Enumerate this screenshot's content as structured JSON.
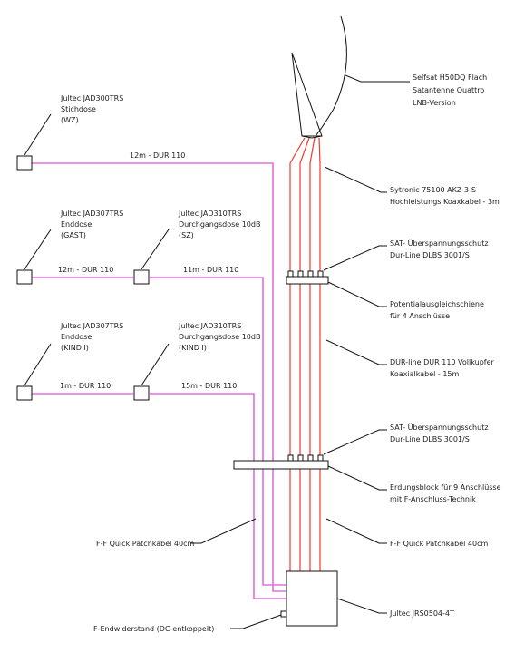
{
  "antenna": {
    "label_1": "Selfsat H50DQ Flach",
    "label_2": "Satantenne Quattro",
    "label_3": "LNB-Version"
  },
  "cable_top": {
    "label_1": "Sytronic 75100 AKZ 3-S",
    "label_2": "Hochleistungs Koaxkabel - 3m"
  },
  "surge_top": {
    "label_1": "SAT- Überspannungsschutz",
    "label_2": "Dur-Line DLBS 3001/S"
  },
  "bus_bar": {
    "label_1": "Potentialausgleichschiene",
    "label_2": "für 4 Anschlüsse"
  },
  "cable_main": {
    "label_1": "DUR-line DUR 110 Vollkupfer",
    "label_2": "Koaxialkabel - 15m"
  },
  "surge_bottom": {
    "label_1": "SAT- Überspannungsschutz",
    "label_2": "Dur-Line DLBS 3001/S"
  },
  "ground_block": {
    "label_1": "Erdungsblock für 9 Anschlüsse",
    "label_2": "mit F-Anschluss-Technik"
  },
  "patch_right": {
    "label": "F-F Quick Patchkabel 40cm"
  },
  "patch_left": {
    "label": "F-F Quick Patchkabel 40cm"
  },
  "multiswitch": {
    "label": "Jultec JRS0504-4T"
  },
  "terminator": {
    "label": "F-Endwiderstand (DC-entkoppelt)"
  },
  "outlets": {
    "wz": {
      "l1": "Jultec JAD300TRS",
      "l2": "Stichdose",
      "l3": "(WZ)"
    },
    "gast": {
      "l1": "Jultec JAD307TRS",
      "l2": "Enddose",
      "l3": "(GAST)"
    },
    "sz": {
      "l1": "Jultec JAD310TRS",
      "l2": "Durchgangsdose 10dB",
      "l3": "(SZ)"
    },
    "kind_end": {
      "l1": "Jultec JAD307TRS",
      "l2": "Enddose",
      "l3": "(KIND I)"
    },
    "kind_through": {
      "l1": "Jultec JAD310TRS",
      "l2": "Durchgangsdose 10dB",
      "l3": "(KIND I)"
    }
  },
  "cables": {
    "wz": "12m - DUR 110",
    "gast": "12m - DUR 110",
    "sz": "11m - DUR 110",
    "kind_end": "1m - DUR 110",
    "kind_through": "15m - DUR 110"
  },
  "colors": {
    "feed_cable": "#ef3a2a",
    "outlet_cable": "#e070e0",
    "line": "#111111"
  }
}
